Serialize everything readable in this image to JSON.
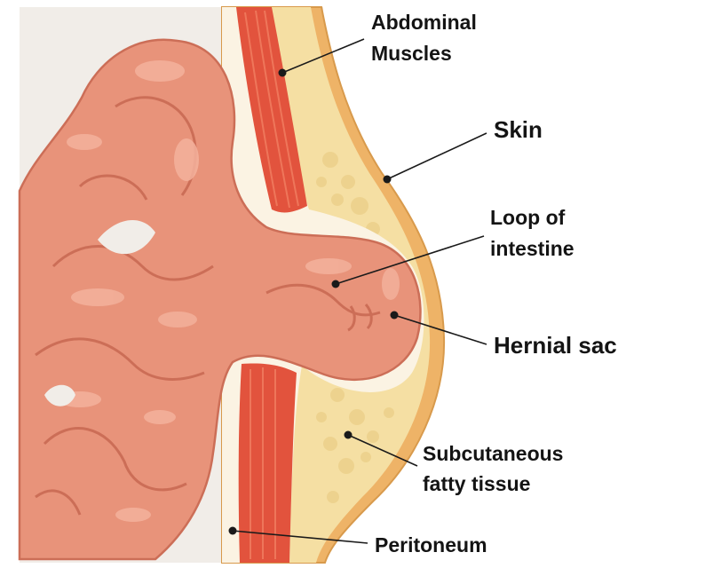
{
  "labels": {
    "abdominal_muscles": [
      "Abdominal",
      "Muscles"
    ],
    "skin": "Skin",
    "loop_of_intestine": [
      "Loop of",
      "intestine"
    ],
    "hernial_sac": "Hernial sac",
    "subcutaneous_fatty_tissue": [
      "Subcutaneous",
      "fatty tissue"
    ],
    "peritoneum": "Peritoneum"
  },
  "colors": {
    "background_cavity": "#f1ede8",
    "intestine": "#e8937a",
    "intestine_highlight": "#f3b19c",
    "intestine_shadow": "#cc6e57",
    "muscle": "#e2533d",
    "muscle_stripe": "#f07a5e",
    "fat": "#f5dfa3",
    "fat_blob": "#ecd08a",
    "skin": "#eeb367",
    "skin_edge": "#d89a4c",
    "peritoneum": "#fbf3e3",
    "label_text": "#141414"
  }
}
